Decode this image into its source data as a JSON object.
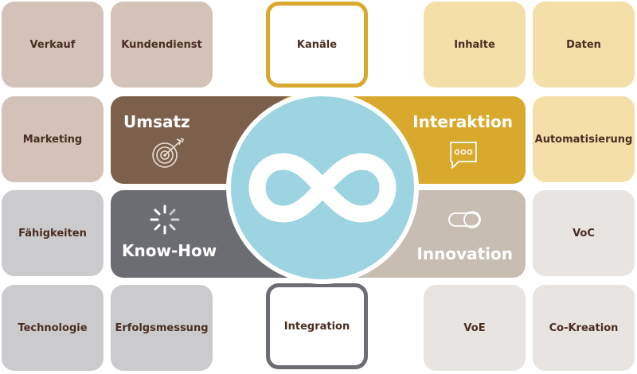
{
  "tiles": {
    "verkauf": "Verkauf",
    "kundendienst": "Kundendienst",
    "kanaele": "Kanäle",
    "inhalte": "Inhalte",
    "daten": "Daten",
    "marketing": "Marketing",
    "automatisierung": "Automatisierung",
    "faehigkeiten": "Fähigkeiten",
    "voc": "VoC",
    "technologie": "Technologie",
    "erfolgsmessung": "Erfolgsmessung",
    "integration": "Integration",
    "voe": "VoE",
    "kokreation": "Co-Kreation"
  },
  "quadrants": {
    "umsatz": "Umsatz",
    "interaktion": "Interaktion",
    "knowhow": "Know-How",
    "innovation": "Innovation"
  },
  "colors": {
    "umsatz": "#7d604b",
    "interaktion": "#d9a92d",
    "knowhow": "#6c6d72",
    "innovation": "#c8bdb3",
    "center": "#9cd4e1",
    "kanaele_border": "#d9a92d",
    "integration_border": "#6c6d72"
  },
  "icons": {
    "umsatz": "target-icon",
    "interaktion": "chat-bubble-icon",
    "knowhow": "loading-spinner-icon",
    "innovation": "toggle-icon",
    "center": "infinity-icon"
  }
}
